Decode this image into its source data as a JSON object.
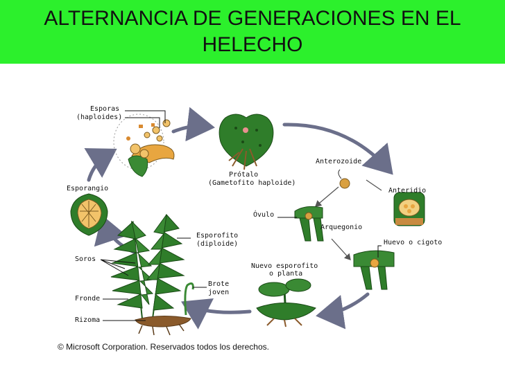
{
  "header": {
    "line1": "ALTERNANCIA DE GENERACIONES EN EL",
    "line2": "HELECHO"
  },
  "labels": {
    "esporas1": "Esporas",
    "esporas2": "(haploides)",
    "protalo1": "Prótalo",
    "protalo2": "(Gametofito haploide)",
    "anterozoide": "Anterozoide",
    "anteridio": "Anteridio",
    "ovulo": "Óvulo",
    "arquegonio": "Arquegonio",
    "huevo": "Huevo o cigoto",
    "nuevo1": "Nuevo esporofito",
    "nuevo2": "o planta",
    "esporangio": "Esporangio",
    "esporofito1": "Esporofito",
    "esporofito2": "(diploide)",
    "soros": "Soros",
    "fronde": "Fronde",
    "rizoma": "Rizoma",
    "brote1": "Brote",
    "brote2": "joven"
  },
  "copyright": "© Microsoft Corporation. Reservados todos los derechos.",
  "colors": {
    "header_bg": "#2cf02c",
    "plant_green": "#2f7d2a",
    "dark_green": "#1f5a1c",
    "orange": "#e8a640",
    "brown": "#8a5a2b",
    "arrow": "#6b6f8a"
  }
}
